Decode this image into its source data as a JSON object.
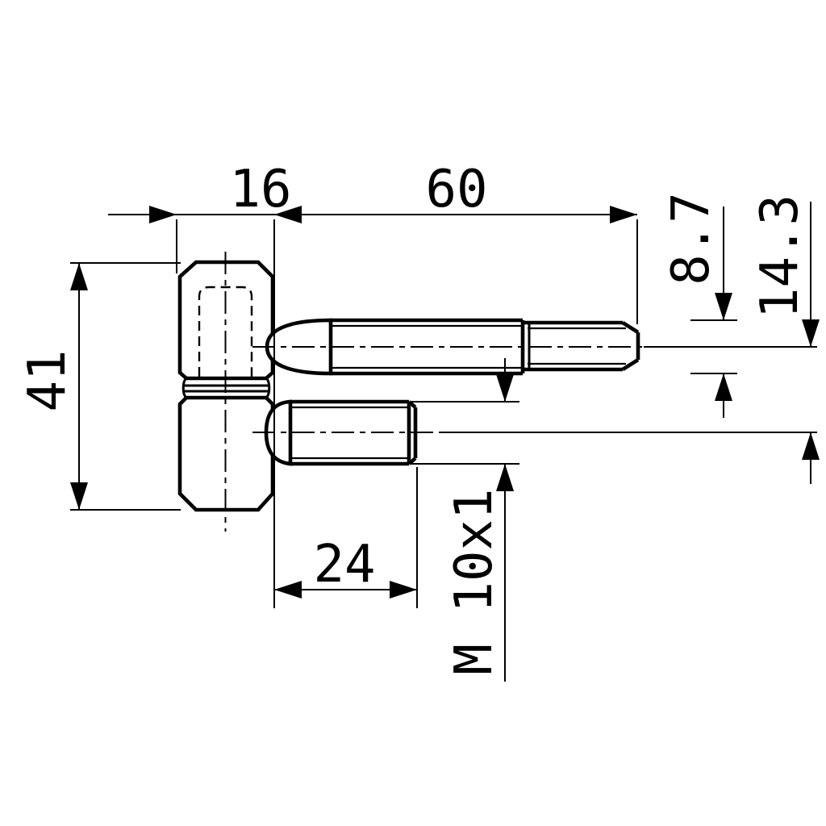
{
  "drawing": {
    "kind": "technical-drawing",
    "subject": "drill-in door hinge side view with dimensions",
    "background_color": "#ffffff",
    "line_color": "#000000",
    "dimensions": {
      "knuckle_width": {
        "label": "16"
      },
      "pin_length": {
        "label": "60"
      },
      "pin_diameter": {
        "label": "8.7"
      },
      "axis_distance": {
        "label": "14.3"
      },
      "body_height": {
        "label": "41"
      },
      "stud_length": {
        "label": "24"
      },
      "thread_spec": {
        "label": "M 10x1"
      }
    }
  }
}
